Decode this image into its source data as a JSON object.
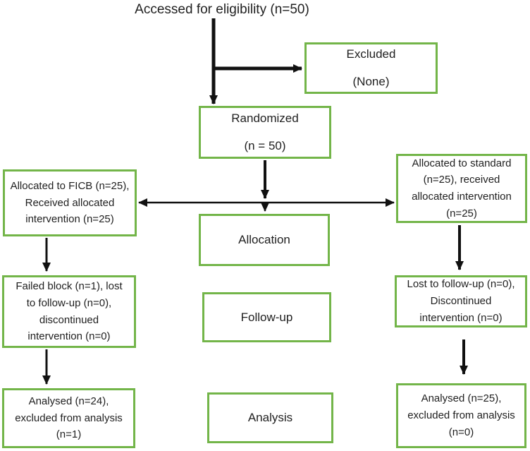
{
  "diagram": {
    "top_label": "Accessed for eligibility (n=50)",
    "boxes": {
      "excluded": "Excluded\n(None)",
      "randomized": "Randomized\n(n = 50)",
      "allocated_left": "Allocated to FICB (n=25),\nReceived allocated\nintervention (n=25)",
      "allocated_right": "Allocated to standard\n(n=25), received\nallocated intervention\n(n=25)",
      "allocation_stage": "Allocation",
      "followup_left": "Failed block (n=1), lost\nto follow-up (n=0),\ndiscontinued\nintervention (n=0)",
      "followup_stage": "Follow-up",
      "followup_right": "Lost to follow-up (n=0),\nDiscontinued\nintervention (n=0)",
      "analysed_left": "Analysed (n=24),\nexcluded from analysis\n(n=1)",
      "analysis_stage": "Analysis",
      "analysed_right": "Analysed (n=25),\nexcluded from analysis\n(n=0)"
    },
    "colors": {
      "box_border": "#73B549",
      "arrow": "#111111",
      "text": "#1F1F1F",
      "background": "#FFFFFF"
    }
  }
}
